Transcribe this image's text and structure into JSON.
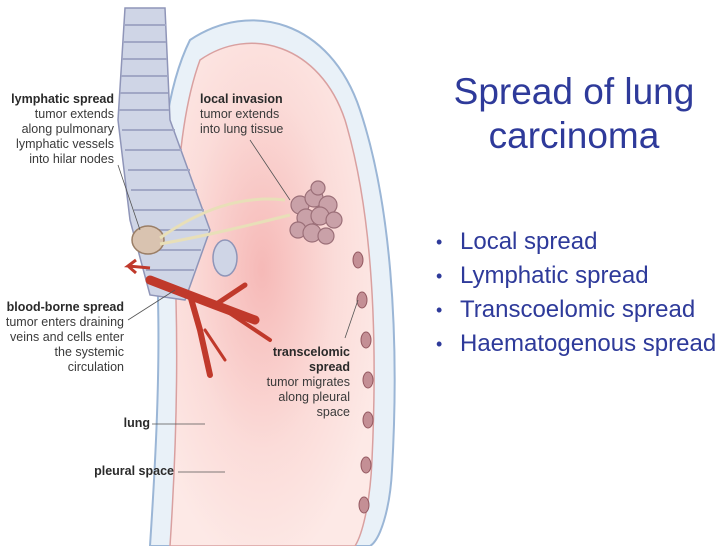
{
  "slide": {
    "title_line1": "Spread of lung",
    "title_line2": "carcinoma",
    "bullets": [
      "Local spread",
      "Lymphatic spread",
      "Transcoelomic spread",
      "Haematogenous spread"
    ],
    "bullet_glyph": "•",
    "title_color": "#2e3a9a"
  },
  "figure": {
    "labels": {
      "lymphatic": {
        "title": "lymphatic spread",
        "lines": [
          "tumor extends",
          "along pulmonary",
          "lymphatic vessels",
          "into hilar nodes"
        ]
      },
      "local": {
        "title": "local invasion",
        "lines": [
          "tumor extends",
          "into lung tissue"
        ]
      },
      "blood": {
        "title": "blood-borne spread",
        "lines": [
          "tumor enters draining",
          "veins and cells enter",
          "the systemic circulation"
        ]
      },
      "transcelomic": {
        "title_line1": "transcelomic",
        "title_line2": "spread",
        "lines": [
          "tumor migrates",
          "along pleural",
          "space"
        ]
      },
      "lung": "lung",
      "pleural": "pleural space"
    }
  }
}
